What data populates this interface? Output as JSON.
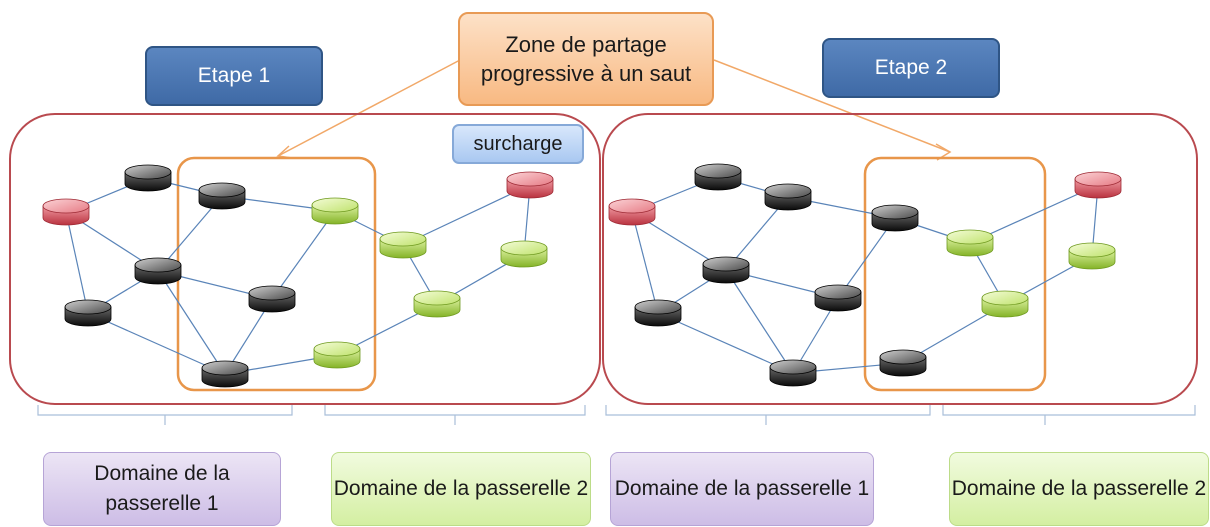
{
  "labels": {
    "etape1": "Etape 1",
    "etape2": "Etape 2",
    "zone": "Zone de partage progressive à un saut",
    "surcharge": "surcharge",
    "domaine1_left": "Domaine de la passerelle 1",
    "domaine2_left": "Domaine de la passerelle 2",
    "domaine1_right": "Domaine de la passerelle 1",
    "domaine2_right": "Domaine de la passerelle 2"
  },
  "colors": {
    "red_node": "#e0606b",
    "black_node": "#1a1a1a",
    "green_node": "#b6dc5a",
    "panel_border": "#b94a4f",
    "zone_border": "#e8964a",
    "link": "#5a84b8"
  }
}
